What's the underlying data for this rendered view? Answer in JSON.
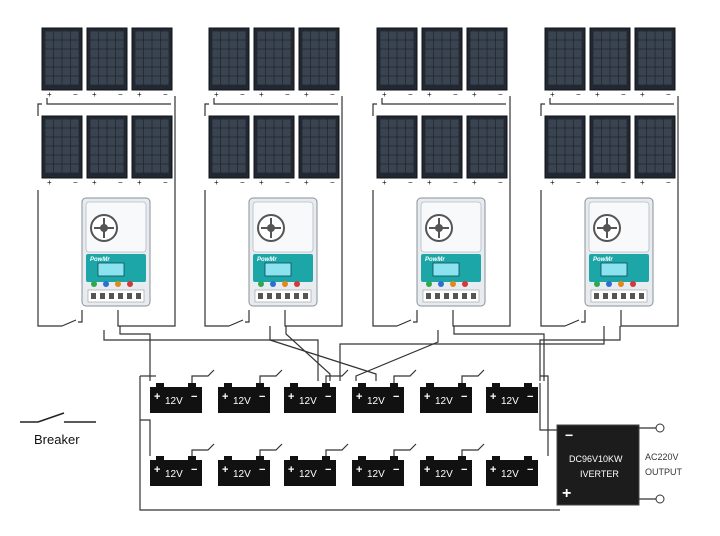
{
  "legend": {
    "breaker_label": "Breaker"
  },
  "controllers": {
    "brand": "PowMr",
    "count": 4
  },
  "batteries": {
    "label": "12V",
    "rows": 2,
    "per_row": 6
  },
  "inverter": {
    "label_line1": "DC96V10KW",
    "label_line2": "IVERTER",
    "minus": "−",
    "plus": "+"
  },
  "output": {
    "label_line1": "AC220V",
    "label_line2": "OUTPUT"
  },
  "panel_terminals": {
    "plus": "+",
    "minus": "−"
  },
  "colors": {
    "panel": "#222831",
    "panel_cell": "#3a4350",
    "battery": "#111111",
    "wire": "#333333",
    "controller_body": "#e8ecf0",
    "controller_screen": "#1da6a8",
    "inverter": "#1c1c1c"
  }
}
